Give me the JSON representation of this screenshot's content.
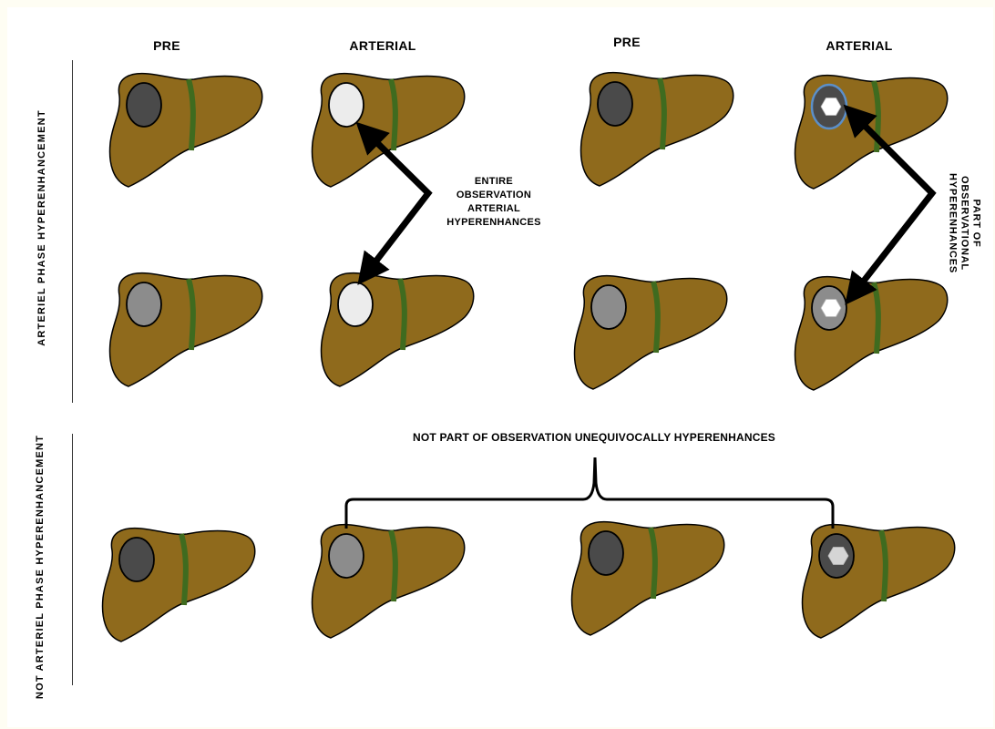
{
  "headers": {
    "pre_1": "PRE",
    "arterial_1": "ARTERIAL",
    "pre_2": "PRE",
    "arterial_2": "ARTERIAL"
  },
  "row_labels": {
    "aphe": "ARTERIEL PHASE HYPERENHANCEMENT",
    "not_aphe": "NOT ARTERIEL PHASE HYPERENHANCEMENT"
  },
  "annotations": {
    "entire": [
      "ENTIRE",
      "OBSERVATION",
      "ARTERIAL",
      "HYPERENHANCES"
    ],
    "part": [
      "PART OF",
      "OBSERVATIONAL",
      "HYPERENHANCES"
    ],
    "not_part": "NOT PART OF OBSERVATION  UNEQUIVOCALLY HYPERENHANCES"
  },
  "colors": {
    "liver_fill": "#8f6a1c",
    "liver_stroke": "#000000",
    "ligament": "#3f6b1f",
    "lesion_dark": "#4a4a4a",
    "lesion_mid": "#8c8c8c",
    "lesion_light": "#ececec",
    "lesion_outline_blue": "#5b8fc9",
    "focus_white": "#ffffff",
    "focus_gray": "#d5d5d5"
  },
  "livers": [
    {
      "id": "r1-pre-a",
      "lesion": "dark",
      "focus": "none"
    },
    {
      "id": "r1-art-a",
      "lesion": "light",
      "focus": "none"
    },
    {
      "id": "r1-pre-b",
      "lesion": "dark",
      "focus": "none"
    },
    {
      "id": "r1-art-b",
      "lesion": "dark",
      "focus": "white-hexagon",
      "outline": "blue"
    },
    {
      "id": "r2-pre-a",
      "lesion": "mid",
      "focus": "none"
    },
    {
      "id": "r2-art-a",
      "lesion": "light",
      "focus": "none"
    },
    {
      "id": "r2-pre-b",
      "lesion": "mid",
      "focus": "none"
    },
    {
      "id": "r2-art-b",
      "lesion": "mid",
      "focus": "white-hexagon"
    },
    {
      "id": "r3-pre-a",
      "lesion": "dark",
      "focus": "none"
    },
    {
      "id": "r3-art-a",
      "lesion": "mid",
      "focus": "none"
    },
    {
      "id": "r3-pre-b",
      "lesion": "dark",
      "focus": "none"
    },
    {
      "id": "r3-art-b",
      "lesion": "dark",
      "focus": "gray-hexagon"
    }
  ]
}
